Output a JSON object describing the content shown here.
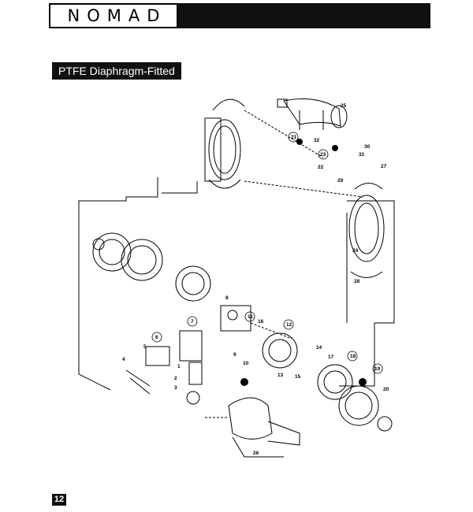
{
  "header": {
    "logo_text": "NOMAD"
  },
  "section": {
    "title": "PTFE Diaphragm-Fitted"
  },
  "diagram": {
    "part_labels": [
      "1",
      "2",
      "3",
      "4",
      "5",
      "6",
      "7",
      "8",
      "9",
      "10",
      "11",
      "12",
      "13",
      "14",
      "15",
      "16",
      "17",
      "18",
      "19",
      "20",
      "21",
      "22",
      "23",
      "24",
      "25",
      "26",
      "27",
      "28",
      "29",
      "30",
      "31",
      "32"
    ],
    "circled_labels": [
      "6",
      "7",
      "11",
      "12",
      "18",
      "19",
      "21",
      "23"
    ]
  },
  "footer": {
    "page_number": "12"
  },
  "colors": {
    "header_bar": "#111111",
    "title_bg": "#111111",
    "title_text": "#ffffff"
  }
}
